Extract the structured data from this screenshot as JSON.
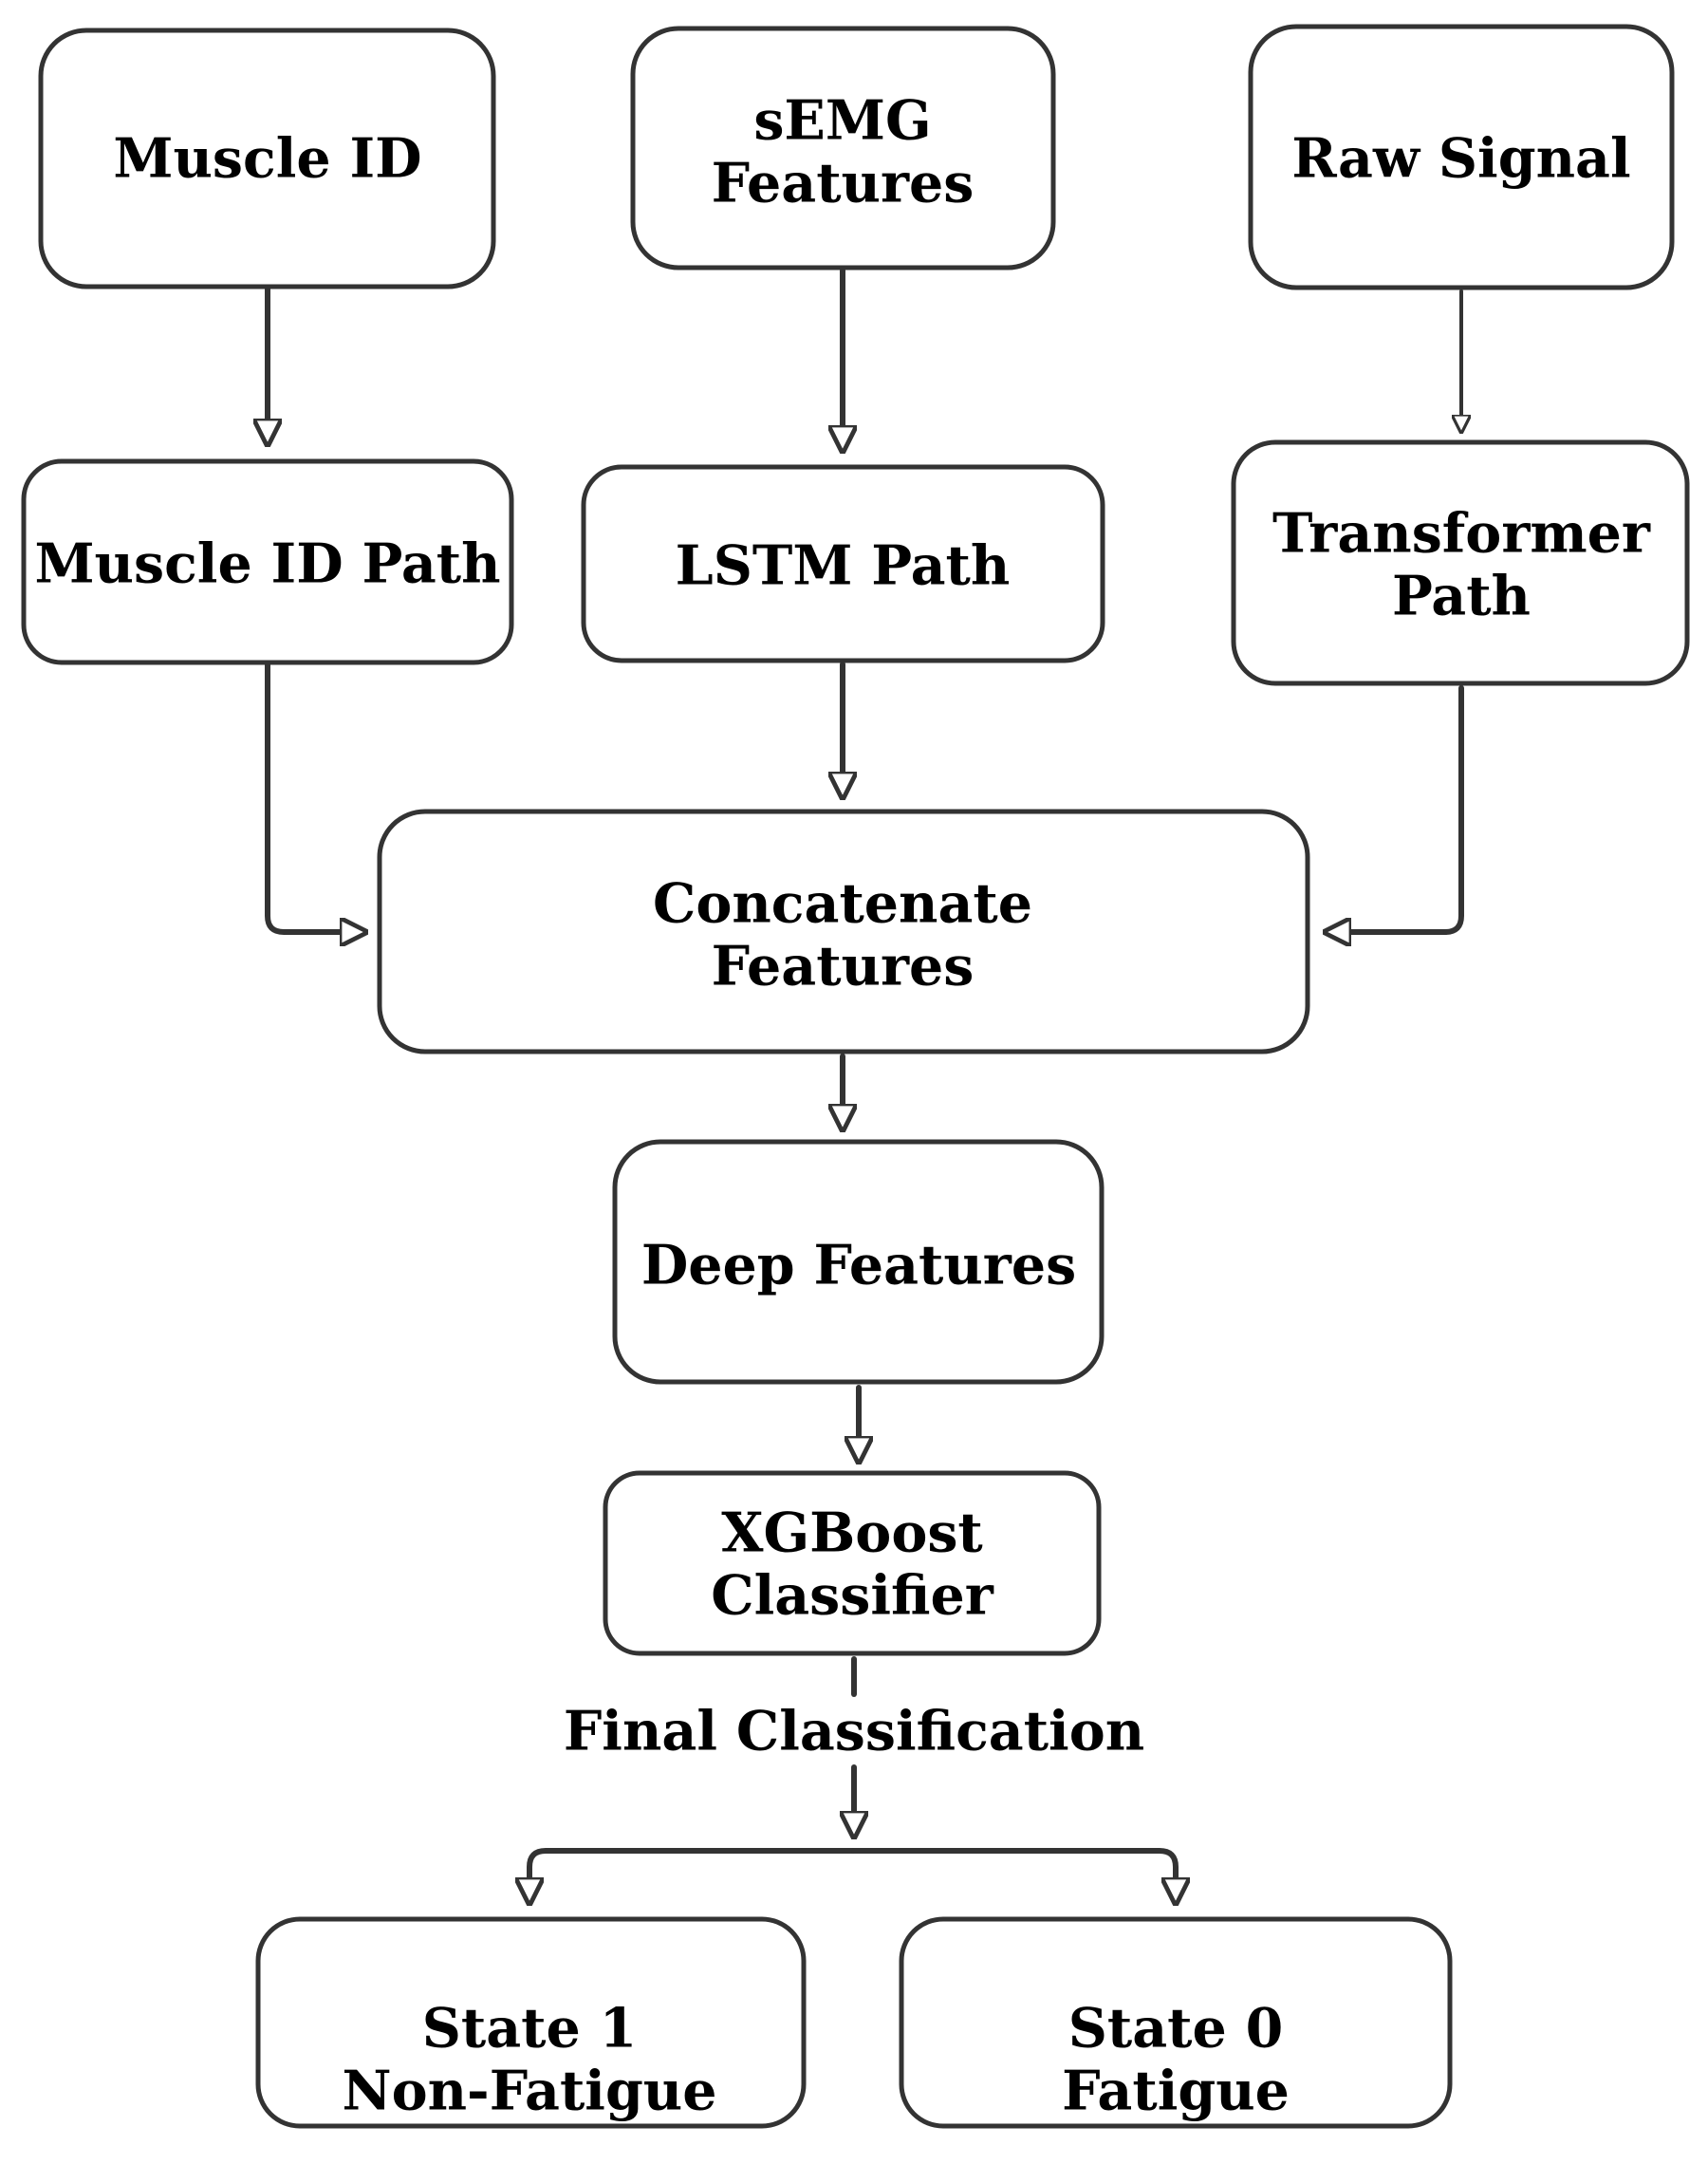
{
  "nodes": {
    "muscle_id": [
      "Muscle ID"
    ],
    "semg_features": [
      "sEMG",
      "Features"
    ],
    "raw_signal": [
      "Raw Signal"
    ],
    "muscle_id_path": [
      "Muscle ID Path"
    ],
    "lstm_path": [
      "LSTM Path"
    ],
    "transformer_path": [
      "Transformer",
      "Path"
    ],
    "concatenate_features": [
      "Concatenate",
      "Features"
    ],
    "deep_features": [
      "Deep Features"
    ],
    "xgboost_classifier": [
      "XGBoost",
      "Classifier"
    ],
    "state_1": [
      "State 1",
      "Non-Fatigue"
    ],
    "state_0": [
      "State 0",
      "Fatigue"
    ]
  },
  "edge_labels": {
    "final_classification": "Final Classification"
  },
  "colors": {
    "stroke": "#333333",
    "text": "#000000",
    "background": "#ffffff"
  }
}
